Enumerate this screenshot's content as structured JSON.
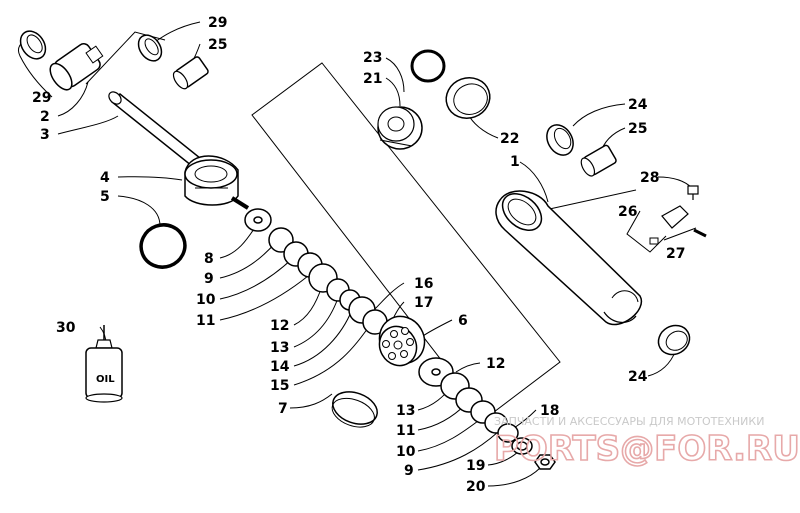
{
  "labels": {
    "l29a": "29",
    "l25a": "25",
    "l29b": "29",
    "l2": "2",
    "l3": "3",
    "l23": "23",
    "l21": "21",
    "l22": "22",
    "l1": "1",
    "l24a": "24",
    "l25b": "25",
    "l28": "28",
    "l26": "26",
    "l27": "27",
    "l4": "4",
    "l5": "5",
    "l8": "8",
    "l9a": "9",
    "l10a": "10",
    "l11a": "11",
    "l16": "16",
    "l17": "17",
    "l6": "6",
    "l12a": "12",
    "l13a": "13",
    "l14": "14",
    "l15": "15",
    "l30": "30",
    "l7": "7",
    "l24b": "24",
    "l12b": "12",
    "l18": "18",
    "l13b": "13",
    "l11b": "11",
    "l10b": "10",
    "l9b": "9",
    "l19": "19",
    "l20": "20"
  },
  "oil_label": "OIL",
  "watermark": {
    "tagline": "ЗАПЧАСТИ И АКСЕССУАРЫ ДЛЯ МОТОТЕХНИКИ",
    "brand": "PORTS@FOR.RU"
  }
}
